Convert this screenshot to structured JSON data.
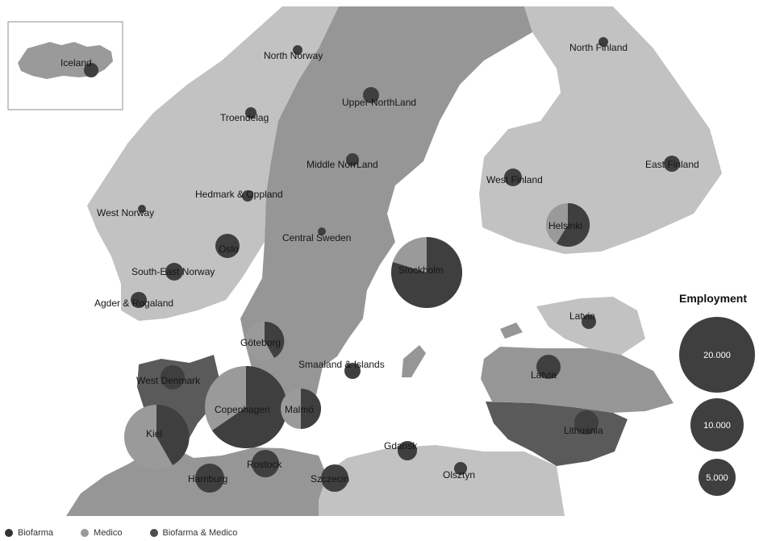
{
  "regions": [
    {
      "name": "Iceland"
    },
    {
      "name": "North Norway"
    },
    {
      "name": "North Finland"
    },
    {
      "name": "Upper NorthLand"
    },
    {
      "name": "Troendelag"
    },
    {
      "name": "Middle NorrLand"
    },
    {
      "name": "West Finland"
    },
    {
      "name": "East Finland"
    },
    {
      "name": "Hedmark & Oppland"
    },
    {
      "name": "West Norway"
    },
    {
      "name": "Central Sweden"
    },
    {
      "name": "Helsinki"
    },
    {
      "name": "Oslo"
    },
    {
      "name": "South-East Norway"
    },
    {
      "name": "Stockholm"
    },
    {
      "name": "Agder & Rogaland"
    },
    {
      "name": "Latvia"
    },
    {
      "name": "Göteborg"
    },
    {
      "name": "Smaaland & Islands"
    },
    {
      "name": "Latvia"
    },
    {
      "name": "West Denmark"
    },
    {
      "name": "Copenhagen"
    },
    {
      "name": "Malmö"
    },
    {
      "name": "Lithuania"
    },
    {
      "name": "Kiel"
    },
    {
      "name": "Gdansk"
    },
    {
      "name": "Rostock"
    },
    {
      "name": "Olsztyn"
    },
    {
      "name": "Hamburg"
    },
    {
      "name": "Szczecin"
    }
  ],
  "employment_legend": {
    "title": "Employment",
    "sizes": [
      "20.000",
      "10.000",
      "5.000"
    ]
  },
  "legend": [
    {
      "label": "Biofarma",
      "color": "#333333"
    },
    {
      "label": "Medico",
      "color": "#999999"
    },
    {
      "label": "Biofarma & Medico",
      "color": "#4d4d4d"
    }
  ],
  "colors": {
    "light_region": "#c2c2c2",
    "mid_region": "#969696",
    "dark_region": "#5a5a5a",
    "sea": "#ffffff",
    "bubble_dark": "#3f3f3f",
    "bubble_medium": "#9a9a9a"
  }
}
